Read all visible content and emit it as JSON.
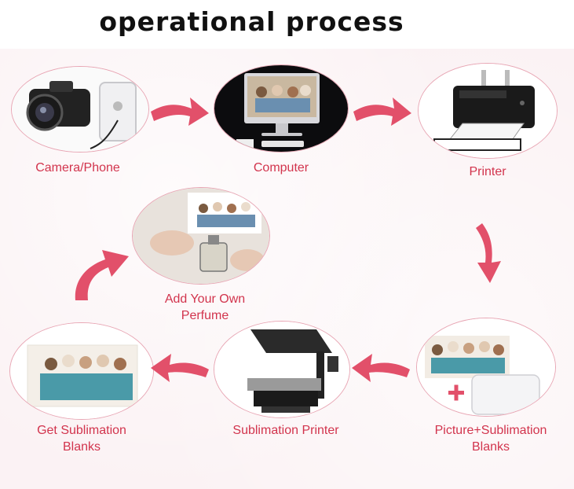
{
  "title": "operational process",
  "steps": [
    {
      "label": "Camera/Phone"
    },
    {
      "label": "Computer"
    },
    {
      "label": "Printer"
    },
    {
      "label": "Picture+Sublimation Blanks"
    },
    {
      "label": "Sublimation Printer"
    },
    {
      "label": "Get Sublimation Blanks"
    },
    {
      "label": "Add Your Own Perfume"
    }
  ],
  "colors": {
    "arrow": "#e2506a",
    "label": "#d2344d",
    "border": "#e8a6b4"
  },
  "icons": [
    "camera-icon",
    "phone-icon",
    "monitor-icon",
    "printer-icon",
    "photo-icon",
    "plus-icon",
    "heat-press-icon",
    "perfume-bottle-icon"
  ]
}
